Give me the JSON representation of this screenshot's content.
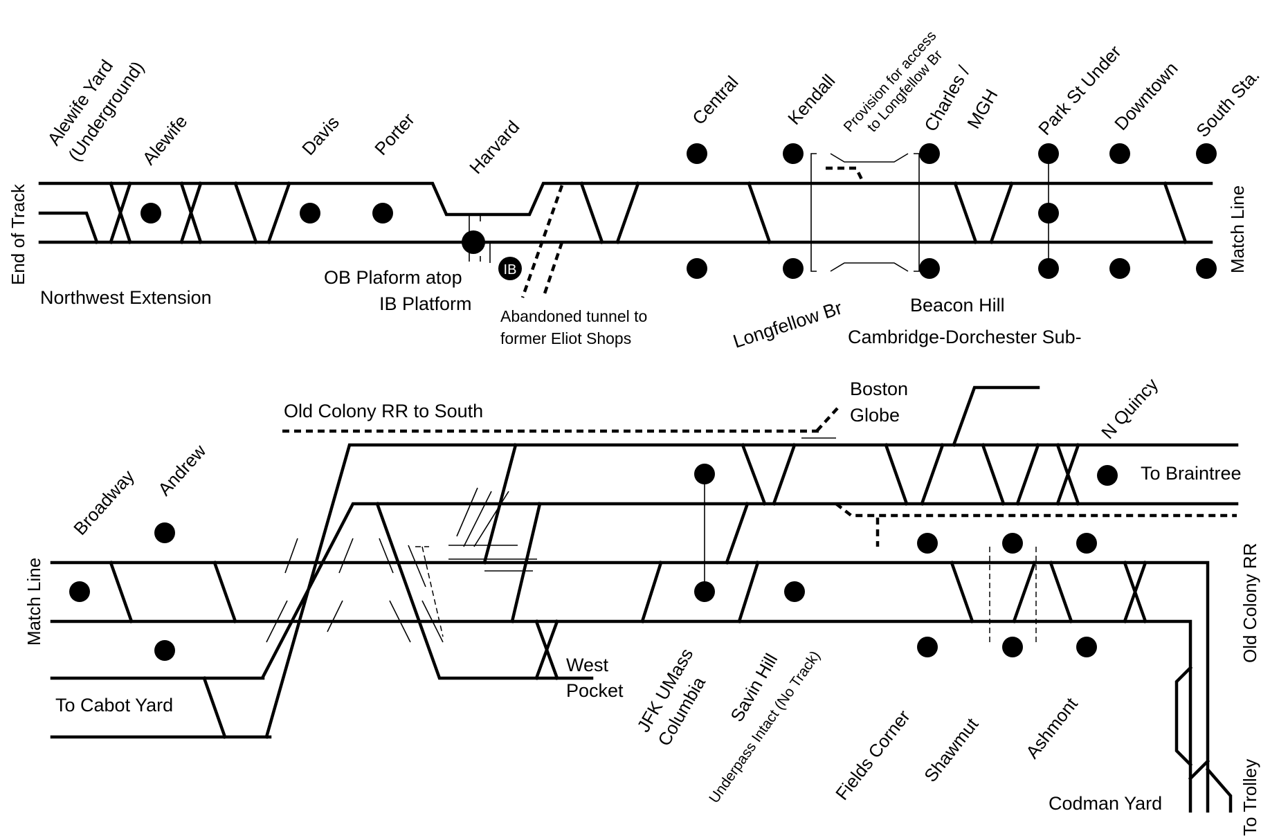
{
  "diagram": {
    "stations_top": {
      "alewife_yard": "Alewife Yard",
      "alewife_yard_sub": "(Underground)",
      "alewife": "Alewife",
      "davis": "Davis",
      "porter": "Porter",
      "harvard": "Harvard",
      "central": "Central",
      "kendall": "Kendall",
      "longfellow_provision_1": "Provision for access",
      "longfellow_provision_2": "to Longfellow Br",
      "charles_mgh_1": "Charles /",
      "charles_mgh_2": "MGH",
      "park_st_under": "Park St Under",
      "downtown": "Downtown",
      "south_sta": "South Sta."
    },
    "labels_top": {
      "end_of_track": "End of Track",
      "match_line_right": "Match Line",
      "northwest_extension": "Northwest Extension",
      "ob_platform": "OB Plaform atop",
      "ib_platform": "IB Platform",
      "ib_badge": "IB",
      "abandoned_tunnel_1": "Abandoned tunnel  to",
      "abandoned_tunnel_2": "former Eliot Shops",
      "longfellow_br": "Longfellow Br",
      "beacon_hill": "Beacon Hill",
      "cambridge_dorchester": "Cambridge-Dorchester Sub-"
    },
    "labels_bottom": {
      "old_colony_south": "Old Colony RR to  South",
      "boston_globe_1": "Boston",
      "boston_globe_2": "Globe",
      "n_quincy": "N Quincy",
      "to_braintree": "To  Braintree",
      "match_line_left": "Match Line",
      "broadway": "Broadway",
      "andrew": "Andrew",
      "old_colony_rr": "Old Colony RR",
      "to_cabot_yard": "To Cabot Yard",
      "west_pocket_1": "West",
      "west_pocket_2": "Pocket",
      "jfk_1": "JFK UMass",
      "jfk_2": "Columbia",
      "savin_hill": "Savin Hill",
      "underpass": "Underpass Intact (No Track)",
      "fields_corner": "Fields Corner",
      "shawmut": "Shawmut",
      "ashmont": "Ashmont",
      "codman_yard": "Codman Yard",
      "to_trolley": "To Trolley"
    }
  }
}
